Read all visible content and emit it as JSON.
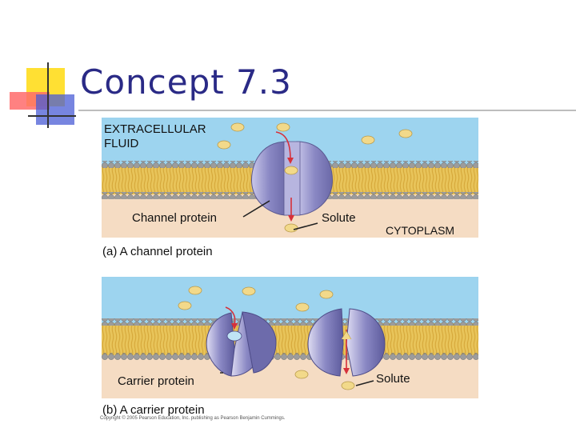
{
  "slide": {
    "title": "Concept 7.3"
  },
  "colors": {
    "title": "#2a2a86",
    "extracellular": "#9dd4ef",
    "cytoplasm": "#f5dcc3",
    "phospholipid_head": "#9c9c9c",
    "phospholipid_tail": "#e8c45a",
    "protein": "#8a88c4",
    "solute": "#f2d98a",
    "arrow": "#d6303a",
    "deco_yellow": "#ffe033",
    "deco_red": "#ff5a5a",
    "deco_blue": "#4a5cd6"
  },
  "panel_a": {
    "region_top": "EXTRACELLULAR\nFLUID",
    "region_top_line1": "EXTRACELLULAR",
    "region_top_line2": "FLUID",
    "protein_label": "Channel protein",
    "solute_label": "Solute",
    "region_bottom": "CYTOPLASM",
    "caption": "(a) A channel protein"
  },
  "panel_b": {
    "protein_label": "Carrier protein",
    "solute_label": "Solute",
    "caption": "(b) A carrier protein"
  },
  "footer": {
    "copyright": "Copyright © 2005 Pearson Education, Inc. publishing as Pearson Benjamin Cummings."
  }
}
